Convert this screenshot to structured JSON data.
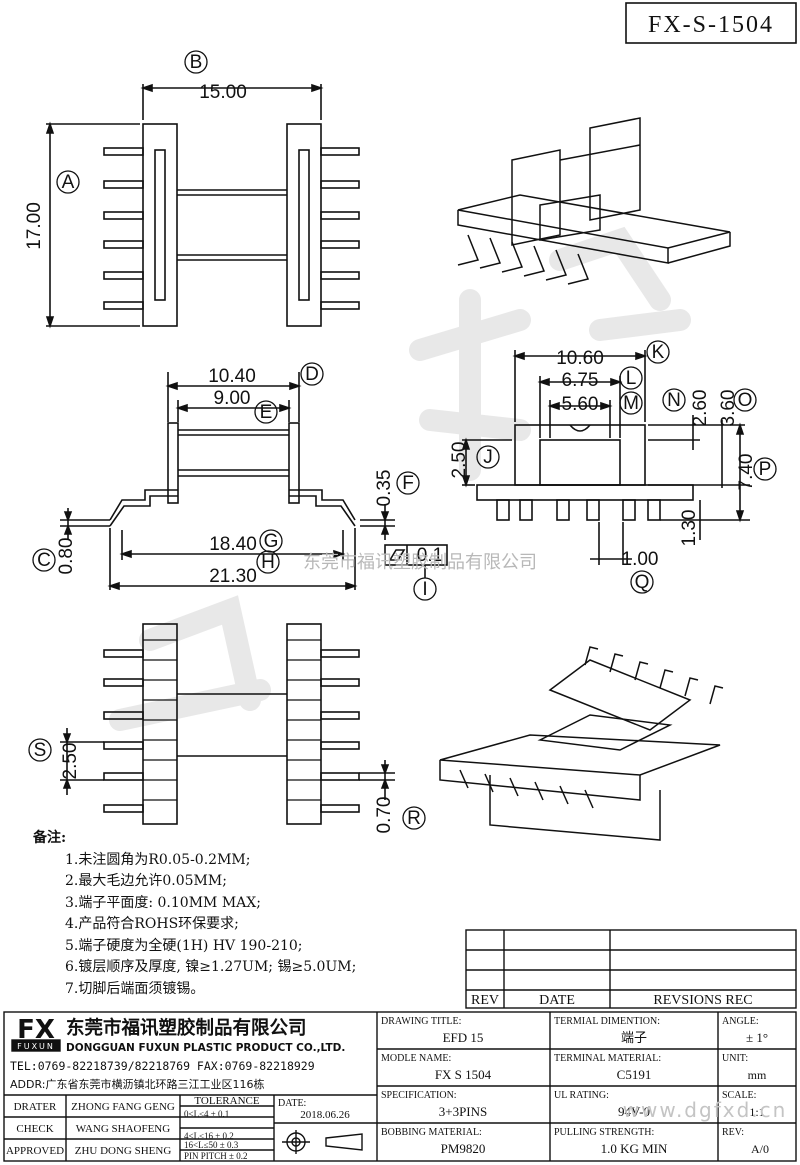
{
  "part_no": "FX-S-1504",
  "dimensions": {
    "B": "15.00",
    "A": "17.00",
    "D": "10.40",
    "E": "9.00",
    "F": "0.35",
    "C": "0.80",
    "G": "18.40",
    "H": "21.30",
    "I_tol": "0.1",
    "K": "10.60",
    "L": "6.75",
    "M": "5.60",
    "N": "2.60",
    "O": "3.60",
    "J": "2.50",
    "P": "7.40",
    "T": "1.30",
    "Q": "1.00",
    "S": "2.50",
    "R": "0.70"
  },
  "callouts": [
    "A",
    "B",
    "C",
    "D",
    "E",
    "F",
    "G",
    "H",
    "I",
    "J",
    "K",
    "L",
    "M",
    "N",
    "O",
    "P",
    "Q",
    "R",
    "S"
  ],
  "watermark": "东莞市福讯塑胶制品有限公司",
  "notes": {
    "title": "备注:",
    "items": [
      "1.未注圆角为R0.05-0.2MM;",
      "2.最大毛边允许0.05MM;",
      "3.端子平面度: 0.10MM MAX;",
      "4.产品符合ROHS环保要求;",
      "5.端子硬度为全硬(1H) HV 190-210;",
      "6.镀层顺序及厚度, 镍≥1.27UM; 锡≥5.0UM;",
      "7.切脚后端面须镀锡。"
    ]
  },
  "revision_table": {
    "headers": [
      "REV",
      "DATE",
      "REVSIONS REC"
    ]
  },
  "company": {
    "logo": "FX",
    "logo_sub": "FUXUN",
    "name_cn": "东莞市福讯塑胶制品有限公司",
    "name_en": "DONGGUAN FUXUN PLASTIC PRODUCT CO.,LTD.",
    "tel": "TEL:0769-82218739/82218769 FAX:0769-82218929",
    "addr": "ADDR:广东省东莞市横沥镇北环路三江工业区116栋"
  },
  "signoff": {
    "drater_label": "DRATER",
    "drater": "ZHONG FANG GENG",
    "check_label": "CHECK",
    "check": "WANG SHAOFENG",
    "approved_label": "APPROVED",
    "approved": "ZHU DONG SHENG",
    "tolerance_label": "TOLERANCE",
    "tol_rows": [
      "0<L≤4   ± 0.1",
      "4<L≤16  ± 0.2",
      "16<L≤50  ± 0.3",
      "PIN PITCH ± 0.2"
    ],
    "date_label": "DATE:",
    "date": "2018.06.26"
  },
  "fields": {
    "drawing_title_label": "DRAWING TITLE:",
    "drawing_title": "EFD 15",
    "terminal_dim_label": "TERMIAL DIMENTION:",
    "terminal_dim": "端子",
    "angle_label": "ANGLE:",
    "angle": "± 1°",
    "model_label": "MODLE NAME:",
    "model": "FX S 1504",
    "terminal_mat_label": "TERMINAL MATERIAL:",
    "terminal_mat": "C5191",
    "unit_label": "UNIT:",
    "unit": "mm",
    "spec_label": "SPECIFICATION:",
    "spec": "3+3PINS",
    "ul_label": "UL RATING:",
    "ul": "94V-0",
    "scale_label": "SCALE:",
    "scale": "1:1",
    "bobbin_label": "BOBBING MATERIAL:",
    "bobbin": "PM9820",
    "pull_label": "PULLING STRENGTH:",
    "pull": "1.0 KG MIN",
    "rev_label": "REV:",
    "rev": "A/0"
  },
  "url_watermark": "www.dgfxd.cn"
}
